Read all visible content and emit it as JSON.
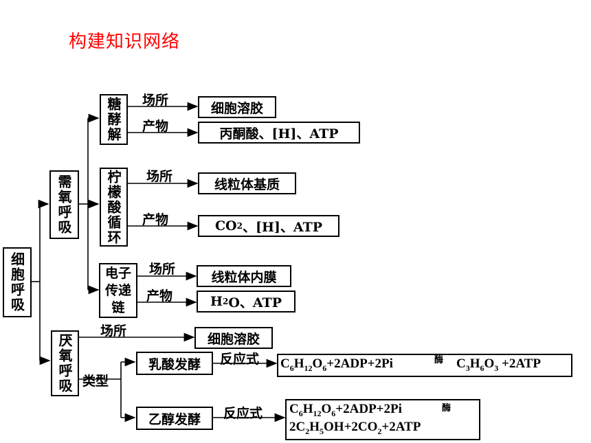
{
  "title": "构建知识网络",
  "root": "细胞呼吸",
  "aerobic": {
    "label": "需氧呼吸",
    "glycolysis": {
      "label": "糖酵解",
      "place_label": "场所",
      "place": "细胞溶胶",
      "product_label": "产物",
      "product": "丙酮酸、[H]、ATP"
    },
    "citric": {
      "label": "柠檬酸循环",
      "place_label": "场所",
      "place": "线粒体基质",
      "product_label": "产物",
      "product_a": "CO",
      "product_sub": "2",
      "product_b": "、[H]、ATP"
    },
    "etc": {
      "label": "电子传递链",
      "place_label": "场所",
      "place": "线粒体内膜",
      "product_label": "产物",
      "product_a": "H",
      "product_sub": "2",
      "product_b": "O、ATP"
    }
  },
  "anaerobic": {
    "label": "厌氧呼吸",
    "place_label": "场所",
    "place": "细胞溶胶",
    "type_label": "类型",
    "lactic": {
      "label": "乳酸发酵",
      "rxn_label": "反应式",
      "enzyme": "酶",
      "rxn_left": "C6H12O6+2ADP+2Pi",
      "rxn_right": "C3H6O3 +2ATP"
    },
    "ethanol": {
      "label": "乙醇发酵",
      "rxn_label": "反应式",
      "enzyme": "酶",
      "rxn_line1": "C6H12O6+2ADP+2Pi",
      "rxn_line2": "2C2H5OH+2CO2+2ATP"
    }
  }
}
